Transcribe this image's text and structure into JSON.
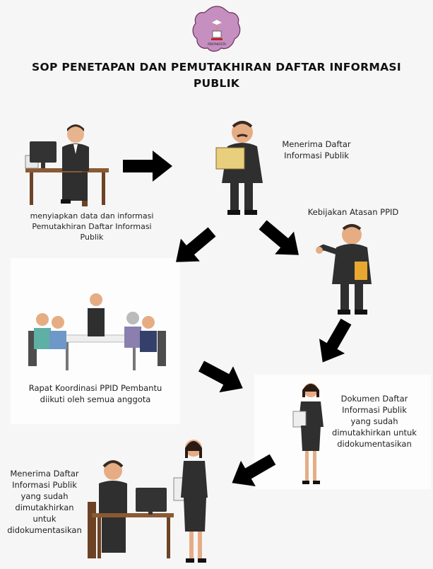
{
  "title": {
    "line1": "SOP PENETAPAN DAN PEMUTAKHIRAN DAFTAR INFORMASI",
    "line2": "PUBLIK"
  },
  "logo": {
    "text": "PENTAKOSTA",
    "color": "#c58fc0"
  },
  "steps": [
    {
      "label_lines": [
        "menyiapkan data dan informasi",
        "Pemutakhiran Daftar Informasi",
        "Publik"
      ]
    },
    {
      "label_lines": [
        "Menerima Daftar",
        "Informasi Publik"
      ]
    },
    {
      "label_lines": [
        "Kebijakan Atasan PPID"
      ]
    },
    {
      "label_lines": [
        "Rapat Koordinasi PPID Pembantu",
        "diikuti oleh semua anggota"
      ]
    },
    {
      "label_lines": [
        "Dokumen Daftar",
        "Informasi Publik",
        "yang sudah",
        "dimutakhirkan untuk",
        "didokumentasikan"
      ]
    },
    {
      "label_lines": [
        "Menerima Daftar",
        "Informasi Publik",
        "yang sudah",
        "dimutakhirkan",
        "untuk",
        "didokumentasikan"
      ]
    }
  ],
  "colors": {
    "arrow": "#000000",
    "suit": "#2f2f2f",
    "desk": "#8a5a34"
  }
}
